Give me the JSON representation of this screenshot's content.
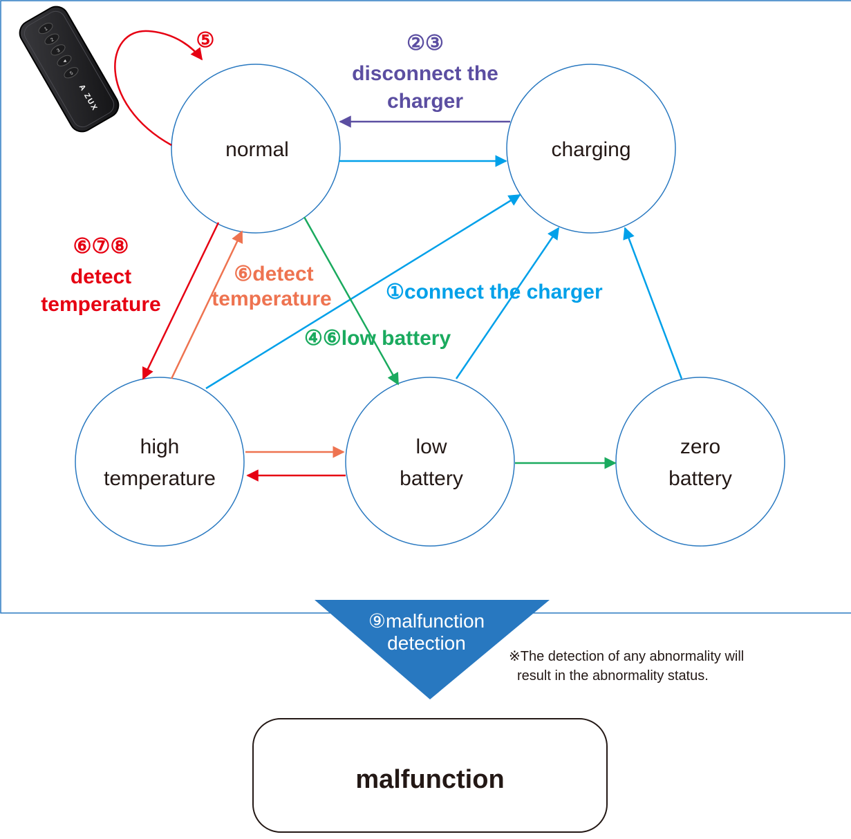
{
  "states": {
    "normal": "normal",
    "charging": "charging",
    "high_temperature": [
      "high",
      "temperature"
    ],
    "low_battery": [
      "low",
      "battery"
    ],
    "zero_battery": [
      "zero",
      "battery"
    ]
  },
  "transitions": {
    "remote_loop": {
      "label": "⑤",
      "color": "#e60012"
    },
    "disconnect_charger": {
      "label": [
        "②③",
        "disconnect the",
        "charger"
      ],
      "color": "#5b4ea1"
    },
    "connect_charger": {
      "label": "①connect the charger",
      "color": "#00a0e9"
    },
    "low_battery": {
      "label": "④⑥low battery",
      "color": "#1aaa5e"
    },
    "detect_temp_to_high": {
      "label": [
        "⑥⑦⑧",
        "detect",
        "temperature"
      ],
      "color": "#e60012"
    },
    "detect_temp_recover": {
      "label": [
        "⑥detect",
        "temperature"
      ],
      "color": "#ee7350"
    }
  },
  "remote": {
    "brand": "A ZUX",
    "keys": [
      "1",
      "2",
      "3",
      "◄",
      "5"
    ]
  },
  "banner": {
    "lines": [
      "⑨malfunction",
      "detection"
    ],
    "color": "#2878c0"
  },
  "note": {
    "lines": [
      "※The detection of any abnormality will",
      "result in the abnormality status."
    ]
  },
  "malfunction": {
    "label": "malfunction"
  },
  "colors": {
    "frame": "#2878c0",
    "state_border": "#2878c0"
  }
}
